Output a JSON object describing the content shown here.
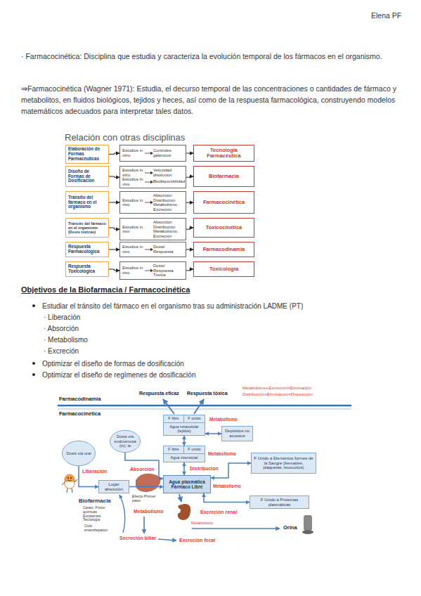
{
  "diagram": {
    "nodes": [
      {
        "text": [
          "Elaboración de Formas Farmacéuticas"
        ]
      },
      {
        "text": [
          "Estudios in vitro",
          "Controles galénicos"
        ]
      },
      {
        "text": [
          "Tecnología Farmacéutica"
        ]
      },
      {
        "text": [
          "Diseño de Formas de Dosificación"
        ]
      },
      {
        "text": [
          "Estudios in vitro",
          "Velocidad disolución",
          "Estudios In vivo",
          "Biodisponibilidad"
        ]
      },
      {
        "text": [
          "Biofarmacia"
        ]
      },
      {
        "text": [
          "Tránsito del fármaco en el organismo"
        ]
      },
      {
        "text": [
          "Estudios in vivo",
          "Absorción Distribución Metabolismo Excreción"
        ]
      },
      {
        "text": [
          "Farmacocinética"
        ]
      },
      {
        "text": [
          "Tránsito del fármaco en el organismo",
          "(Dosis tóxicas)"
        ]
      },
      {
        "text": [
          "Estudios in vivo",
          "Absorción Distribución Metabolismo Excreción"
        ]
      },
      {
        "text": [
          "Toxicocinética"
        ]
      },
      {
        "text": [
          "Respuesta Farmacológica"
        ]
      },
      {
        "text": [
          "Estudios in vivo",
          "Dosis/ Respuesta"
        ]
      },
      {
        "text": [
          "Farmacodinamia"
        ]
      },
      {
        "text": [
          "Respuesta Toxicológica"
        ]
      },
      {
        "text": [
          "Estudios in vivo",
          "Dosis/ Respuesta Tóxica"
        ]
      },
      {
        "text": [
          "Toxicología"
        ]
      },
      {
        "text": [
          "F libre",
          "F unido",
          "Agua intracelular (tejidos)"
        ]
      },
      {
        "text": [
          "Depósitos no acuosos"
        ]
      },
      {
        "text": [
          "F libre",
          "F unido",
          "Agua intersticial"
        ]
      },
      {
        "text": [
          "F Unido a Elementos formes de la Sangre (hematíes, plaquetas, leucocitos)"
        ]
      },
      {
        "text": [
          "Agua plasmática Fármaco Libre"
        ]
      },
      {
        "text": [
          "Dosis vía oral"
        ]
      },
      {
        "text": [
          "Dosis vía endovenosa (iv), ia"
        ]
      },
      {
        "text": [
          "Lugar absorción"
        ]
      },
      {
        "text": [
          "F Unido a Proteínas plasmáticas"
        ]
      }
    ],
    "edges": [
      {
        "from": 0,
        "to": 1,
        "arrow": "to"
      },
      {
        "from": 1,
        "to": 2,
        "arrow": "to"
      },
      {
        "from": 3,
        "to": 4,
        "arrow": "to"
      },
      {
        "from": 4,
        "to": 5,
        "arrow": "to"
      },
      {
        "from": 6,
        "to": 7,
        "arrow": "to"
      },
      {
        "from": 7,
        "to": 8,
        "arrow": "to"
      },
      {
        "from": 9,
        "to": 10,
        "arrow": "to"
      },
      {
        "from": 10,
        "to": 11,
        "arrow": "to"
      },
      {
        "from": 12,
        "to": 13,
        "arrow": "to"
      },
      {
        "from": 13,
        "to": 14,
        "arrow": "to"
      },
      {
        "from": 15,
        "to": 16,
        "arrow": "to"
      },
      {
        "from": 16,
        "to": 17,
        "arrow": "to"
      },
      {
        "from": 23,
        "to": 25,
        "arrow": "to"
      },
      {
        "from": 25,
        "to": 22,
        "arrow": "to"
      },
      {
        "from": 24,
        "to": 22,
        "arrow": "to"
      },
      {
        "from": 22,
        "to": 20,
        "arrow": "both"
      },
      {
        "from": 20,
        "to": 18,
        "arrow": "both"
      },
      {
        "from": 18,
        "to": 19,
        "arrow": "both"
      },
      {
        "from": 22,
        "to": 21,
        "arrow": "both"
      },
      {
        "from": 22,
        "to": 26,
        "arrow": "both"
      }
    ],
    "labels": [
      "Elena PF",
      "· Farmacocinética: Disciplina que estudia y caracteriza la evolución temporal de los fármacos en el organismo.",
      "⇒Farmacocinética (Wagner 1971): Estudia, el decurso temporal de las concentraciones o cantidades de fármaco y metabolitos, en fluidos biológicos, tejidos y heces, así como de la respuesta farmacológica, construyendo modelos matemáticos adecuados para interpretar tales datos.",
      "Relación con otras disciplinas",
      "Objetivos de la Biofarmacia / Farmacocinética",
      "Estudiar el tránsito del fármaco en el organismo tras su administración LADME (PT)",
      "· Liberación",
      "· Absorción",
      "· Metabolismo",
      "· Excreción",
      "Optimizar el diseño de formas de dosificación",
      "Optimizar el diseño de regímenes de dosificación",
      "Farmacodinamia",
      "Farmacocinética",
      "Respuesta eficaz",
      "Respuesta tóxica",
      "Metabolismo+Excreción=Eliminación",
      "Distribución+Eliminación=Disposición",
      "Metabolismo",
      "Metabolismo",
      "Distribución",
      "Metabolismo",
      "Liberación",
      "Absorción",
      "Efecto Primer paso",
      "Biofarmacia",
      "Caract. Físico-químicas Excipientes Tecnología",
      "Metabolismo",
      "Ciclo enterohepático",
      "Secreción biliar",
      "Excreción fecal",
      "Excreción renal",
      "Metabolismo",
      "Orina"
    ]
  }
}
